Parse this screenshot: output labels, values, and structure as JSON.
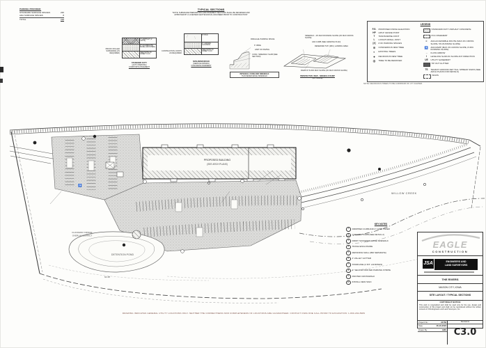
{
  "parking_table": {
    "title": "PARKING PROVIDED:",
    "rows": [
      {
        "label": "STANDARD SURFACE SPACES",
        "value": "230"
      },
      {
        "label": "ADA SURFACE SPACES",
        "value": "8"
      },
      {
        "label": "TOTAL",
        "value": "238"
      }
    ]
  },
  "typical_sections": {
    "title": "TYPICAL SECTIONS",
    "note": "\"NOTE: SUBGRADE PREPARATION AND PAVEMENT SECTIONS SHALL BE REVIEWED AND APPROVED BY A LICENSED GEOTECHNICAL ENGINEER PRIOR TO CONSTRUCTION\"",
    "sec1": {
      "side_label": "PROOF ROLLED SUBGRADE (AS REQUIRED)",
      "layers": [
        "3\" ASPHALT (2 LIFTS)",
        "8\" AGGREGATE BASE (CRUSHED)",
        "SEE NOTE #4 SHEET C4.0"
      ],
      "caption_lines": [
        "STANDARD DUTY",
        "(AUTO PARKING)",
        "COMPOSITE PAVEMENT"
      ]
    },
    "sec2": {
      "side_label": "CONTRACTION JOINTS AS REQUIRED",
      "layers": [
        "6\" PCC",
        "6\" GRAVEL CUSHION",
        "SEE NOTE #4 SHEET C4.0"
      ],
      "caption_lines": [
        "NON-REINFORCED",
        "(SERVICE DRIVES)",
        "CONCRETE PAVEMENT"
      ]
    },
    "curb": {
      "labels": [
        "PARALLEL PARKING SPACE",
        "6\" WIDE",
        "LIMIT OF PAVING",
        "CONC. SIDEWALK SLAB (SEE SECTION)"
      ],
      "caption_lines": [
        "INTEGRAL CURB AND SIDEWALK",
        "THICKENED EDGE SIDEWALK"
      ]
    },
    "ramp": {
      "labels": [
        "SIDEWALK - 2% MAX RUNNING SLOPE (2% MAX CROSS SLOPE)",
        "ADA CURB (SEE GRADING PLAN)",
        "RESERVED 5'x5' (MIN.) LANDING AREA",
        "RAMP AT 8.33% MAX SLOPE (2% MAX CROSS SLOPE)"
      ],
      "caption_lines": [
        "PERSPECTIVE VIEW - SIDEWALK RAMP",
        "(NO SCALE)"
      ]
    }
  },
  "legend": {
    "title": "LEGEND",
    "left": [
      {
        "sym": "F.G.",
        "label": "PROPOSED FINISH ELEVATION"
      },
      {
        "sym": "HP",
        "label": "HP/LP GRADE POINT"
      },
      {
        "sym": "T",
        "label": "TRANSVERSE JOINT"
      },
      {
        "sym": "L",
        "label": "LONGITUDINAL JOINT"
      },
      {
        "sym": "[#]",
        "label": "# OF PARKING SPACES"
      },
      {
        "sym": "⊕",
        "label": "CONIFEROUS NEW TREE"
      },
      {
        "sym": "◐",
        "label": "EXISTING TREES"
      },
      {
        "sym": "●",
        "label": "DECIDUOUS NEW TREE"
      },
      {
        "sym": "◍",
        "label": "TREE TO BE REMOVED"
      }
    ],
    "right": [
      {
        "sym": "",
        "label": "STANDARD DUTY ASPHALT CONCRETE"
      },
      {
        "sym": "",
        "label": "PCC PAVEMENT"
      },
      {
        "sym": "≋",
        "label": "ADA ACCESSIBLE ROUTE (MAX 2% CROSS SLOPE, 5% RUNNING SLOPE)"
      },
      {
        "sym": "♿",
        "label": "ADA RAMP (MAX 2% CROSS SLOPE, 8.33% RUNNING SLOPE)"
      },
      {
        "sym": "→",
        "label": "FLOW ARROW"
      },
      {
        "sym": "I",
        "label": "LEVELING SLAB 2% SLOPE ANY DIRECTION"
      },
      {
        "sym": "UE",
        "label": "UTILITY EASEMENT"
      },
      {
        "sym": "",
        "label": "TIP OUT GUTTER"
      },
      {
        "sym": "TS",
        "label": "TENANT GROUND-SET TALL SPREAD SIGNS (SEE ARCH PLANS FOR DETAILS)"
      },
      {
        "sym": "",
        "label": "SIGNS"
      }
    ],
    "note": "NOTE: DECIDUOUS TREES TO BE A MINIMUM OF 1.5\" CALIPER."
  },
  "key_notes": {
    "title": "KEY NOTES",
    "items": [
      {
        "num": "1",
        "label": "DROPPED CURB AND 2' CURB TAPER"
      },
      {
        "num": "2",
        "label": "CHECKED CURB (SEE DETAIL 2)"
      },
      {
        "num": "3",
        "label": "DROP THICKENED EDGE SIDEWALK"
      },
      {
        "num": "4",
        "label": "TRASH ENCLOSURE"
      },
      {
        "num": "5",
        "label": "RETAINING WALL (BID SEPARATE)"
      },
      {
        "num": "6",
        "label": "4' VALLEY GUTTER"
      },
      {
        "num": "7",
        "label": "STAIRCASE (2 INT. LANDINGS)"
      },
      {
        "num": "8",
        "label": "4\" YELLOW PAINTED PARKING STRIPE"
      },
      {
        "num": "9",
        "label": "PAINTED CROSSWALK"
      },
      {
        "num": "10",
        "label": "INSTALL NEW SIGN"
      }
    ]
  },
  "plan": {
    "building_line1": "PROPOSED BUILDING",
    "building_line2": "(SEE ARCH PLANS)",
    "detention": "DETENTION POND",
    "floodway_line1": "FLOODWAY FRINGE",
    "floodway_line2": "OVERLAY DISTRICT",
    "creek": "WILLOW CREEK",
    "dim1": "64.48'",
    "ada_symbol": "♿"
  },
  "title_block": {
    "brand": "EAGLE",
    "brand_sub": "CONSTRUCTION",
    "firm": "JSA",
    "firm_line1": "ENGINEERS AND",
    "firm_line2": "LAND SURVEYORS",
    "project": "THE RIVERS",
    "location": "MASON CITY, IOWA",
    "sheet_title": "SITE LAYOUT / TYPICAL SECTIONS",
    "copyright_header": "COPYRIGHT NOTICE",
    "copyright_text": "This work is copyrighted and shall be used only for the use, design and construction of this project and shall not be reproduced without the written consent of JSA Engineers and Land Surveyors, Inc.",
    "fields": [
      {
        "label": "Project No.:",
        "value": "24758"
      },
      {
        "label": "Date:",
        "value": "05-16-2023"
      },
      {
        "label": "Drawn By:",
        "value": "AMS"
      }
    ],
    "revisions_label": "Revisions",
    "sheet_number": "C3.0"
  },
  "bottom_note": "DRAWING INDICATES GENERAL UTILITY LOCATIONS ONLY.  NEITHER THE CORRECTNESS NOR COMPLETENESS OF LOCATIONS ARE GUARANTEED.  CONTACT IOWA ONE CALL PRIOR TO EXCAVATION:  1-800-292-8989"
}
